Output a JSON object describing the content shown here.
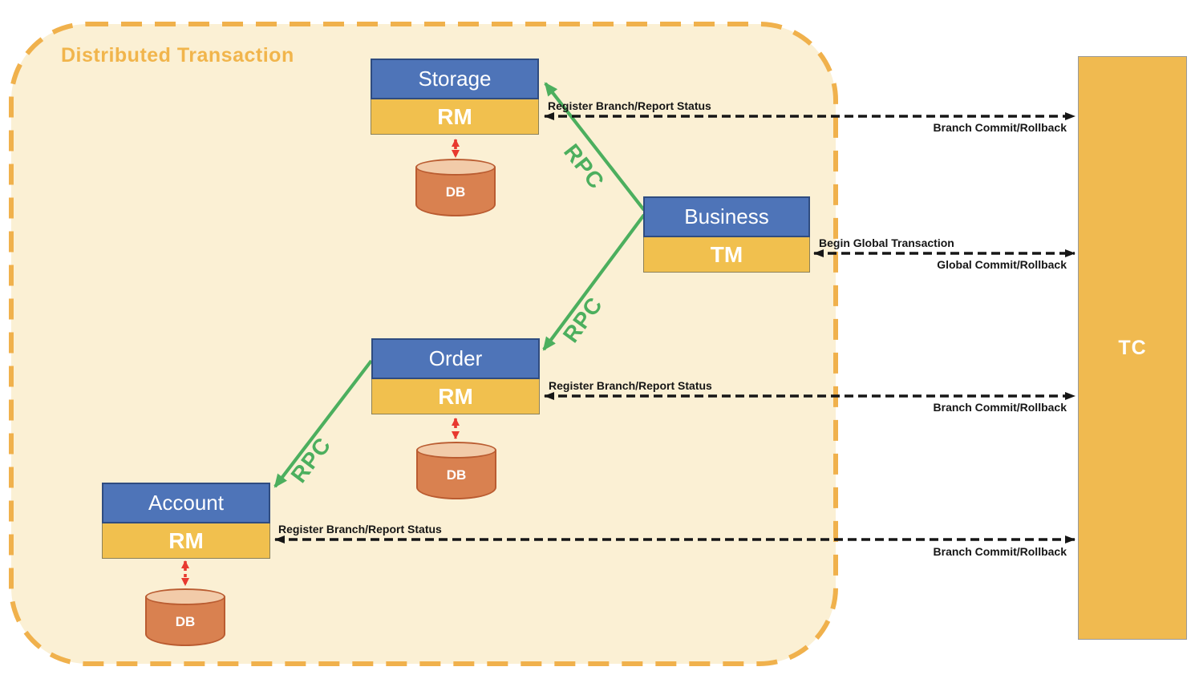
{
  "diagram_title": "Distributed Transaction",
  "nodes": {
    "storage": {
      "name": "Storage",
      "role": "RM",
      "db": "DB"
    },
    "business": {
      "name": "Business",
      "role": "TM"
    },
    "order": {
      "name": "Order",
      "role": "RM",
      "db": "DB"
    },
    "account": {
      "name": "Account",
      "role": "RM",
      "db": "DB"
    },
    "coordinator": {
      "name": "TC"
    }
  },
  "rpc_links": [
    {
      "from": "Business",
      "to": "Storage",
      "label": "RPC"
    },
    {
      "from": "Business",
      "to": "Order",
      "label": "RPC"
    },
    {
      "from": "Order",
      "to": "Account",
      "label": "RPC"
    }
  ],
  "tc_links": [
    {
      "from": "Storage RM",
      "to": "TC",
      "request_label": "Register Branch/Report Status",
      "response_label": "Branch Commit/Rollback"
    },
    {
      "from": "Business TM",
      "to": "TC",
      "request_label": "Begin Global Transaction",
      "response_label": "Global Commit/Rollback"
    },
    {
      "from": "Order RM",
      "to": "TC",
      "request_label": "Register Branch/Report Status",
      "response_label": "Branch Commit/Rollback"
    },
    {
      "from": "Account RM",
      "to": "TC",
      "request_label": "Register Branch/Report Status",
      "response_label": "Branch Commit/Rollback"
    }
  ],
  "db_links": [
    {
      "from": "Storage RM",
      "to": "DB"
    },
    {
      "from": "Order RM",
      "to": "DB"
    },
    {
      "from": "Account RM",
      "to": "DB"
    }
  ],
  "colors": {
    "container_fill": "#FBF0D4",
    "container_border": "#F0B14C",
    "title_color": "#F1B54C",
    "node_header_fill": "#4E74B8",
    "node_header_border": "#2F4C80",
    "band_fill": "#F1C04E",
    "band_border": "#8C8158",
    "tc_fill": "#F0BA50",
    "tc_border": "#9A9A9A",
    "db_body": "#D98150",
    "db_top": "#F2CBA9",
    "db_border": "#BA5C31",
    "rpc_color": "#4CAF5E",
    "tc_link_color": "#161616",
    "db_link_color": "#E8392F"
  }
}
